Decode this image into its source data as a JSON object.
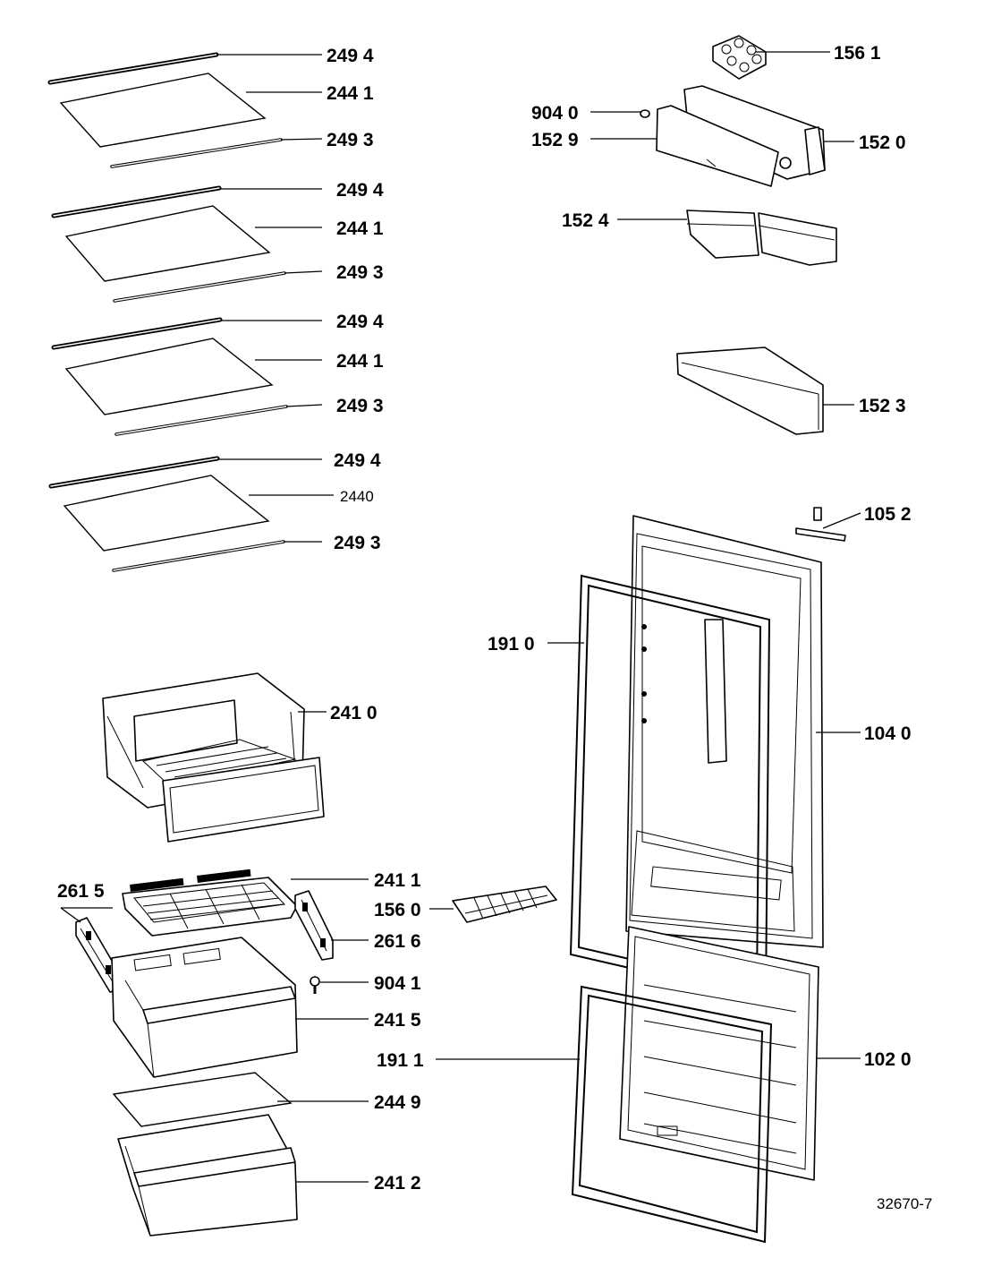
{
  "diagram_ref": "32670-7",
  "labels": {
    "l2494_a": "249 4",
    "l2441_a": "244 1",
    "l2493_a": "249 3",
    "l2494_b": "249 4",
    "l2441_b": "244 1",
    "l2493_b": "249 3",
    "l2494_c": "249 4",
    "l2441_c": "244 1",
    "l2493_c": "249 3",
    "l2494_d": "249 4",
    "l2440": "2440",
    "l2493_d": "249 3",
    "l1561": "156 1",
    "l9040": "904 0",
    "l1529": "152 9",
    "l1520": "152 0",
    "l1524": "152 4",
    "l1523": "152 3",
    "l1052": "105 2",
    "l1910": "191 0",
    "l1040": "104 0",
    "l2410": "241 0",
    "l2411": "241 1",
    "l2615": "261 5",
    "l1560": "156 0",
    "l2616": "261 6",
    "l9041": "904 1",
    "l2415": "241 5",
    "l1911": "191 1",
    "l1020": "102 0",
    "l2449": "244 9",
    "l2412": "241 2"
  }
}
